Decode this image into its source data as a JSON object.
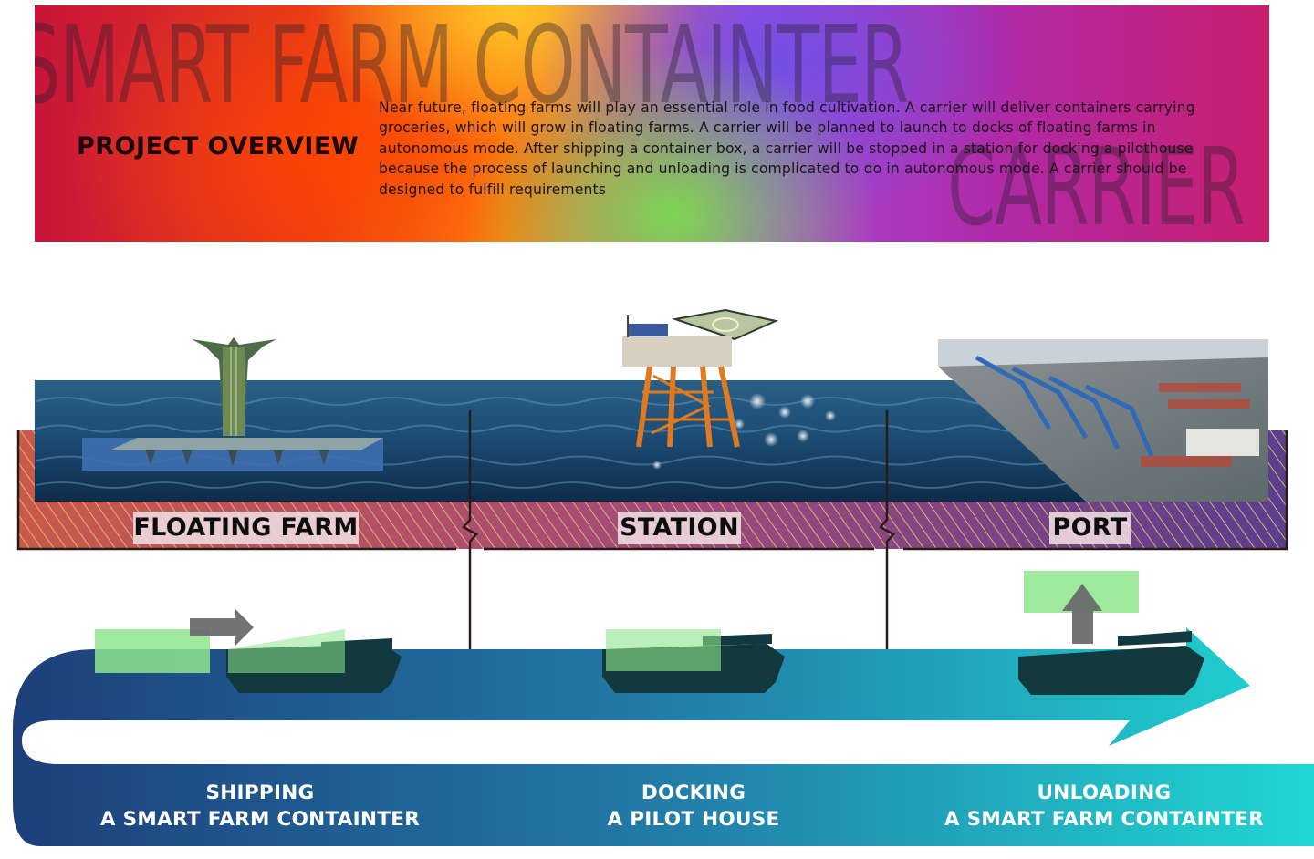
{
  "header": {
    "bg_title": "SMART FARM CONTAINTER",
    "bg_subtitle": "CARRIER",
    "overview_title": "PROJECT OVERVIEW",
    "overview_text": "Near future, floating farms will play an essential role in food cultivation. A carrier will deliver containers carrying groceries, which will grow in floating farms. A carrier will be planned to launch to docks of floating farms in autonomous mode. After shipping a container box, a carrier will be stopped in a station for docking a pilothouse because the process of launching and unloading is complicated to do in autonomous mode. A carrier should be designed to fulfill requirements"
  },
  "locations": [
    {
      "label": "FLOATING FARM",
      "icon": "floating-farm-tower-icon"
    },
    {
      "label": "STATION",
      "icon": "offshore-platform-icon"
    },
    {
      "label": "PORT",
      "icon": "container-port-icon"
    }
  ],
  "stages": [
    {
      "line1": "SHIPPING",
      "line2": "A SMART FARM CONTAINTER"
    },
    {
      "line1": "DOCKING",
      "line2": "A PILOT HOUSE"
    },
    {
      "line1": "UNLOADING",
      "line2": "A SMART FARM CONTAINTER"
    }
  ],
  "colors": {
    "arrow_start": "#1d3f7a",
    "arrow_end": "#20d6d2",
    "container_green": "#8ee58c",
    "hull": "#123a3e",
    "hatch_line": "#e8c870"
  }
}
